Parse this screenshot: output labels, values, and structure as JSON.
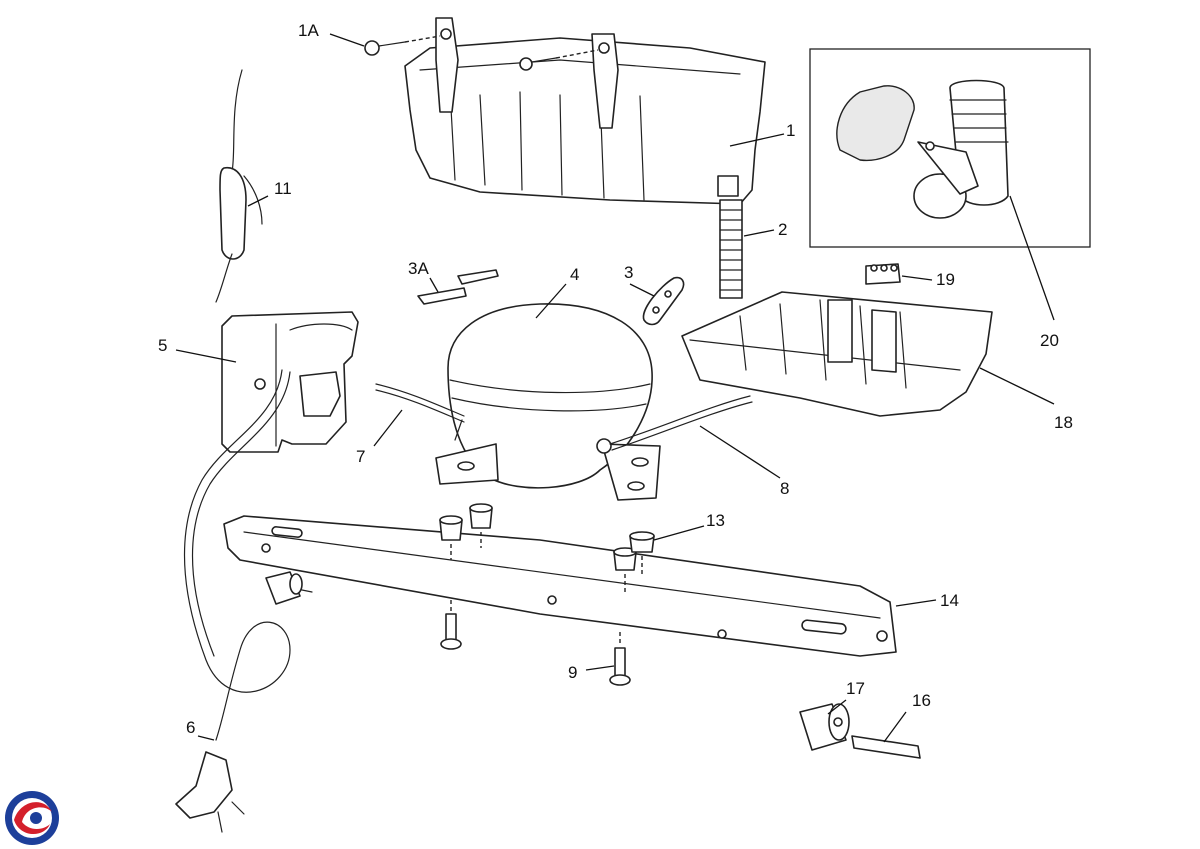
{
  "labels": {
    "p1": "1",
    "p1a": "1A",
    "p2": "2",
    "p3": "3",
    "p3a": "3A",
    "p4": "4",
    "p5": "5",
    "p6": "6",
    "p7": "7",
    "p8": "8",
    "p9": "9",
    "p11": "11",
    "p13": "13",
    "p14": "14",
    "p16": "16",
    "p17": "17",
    "p18": "18",
    "p19": "19",
    "p20": "20"
  },
  "colors": {
    "logo_blue": "#1d3f9a",
    "logo_red": "#d4202c"
  }
}
